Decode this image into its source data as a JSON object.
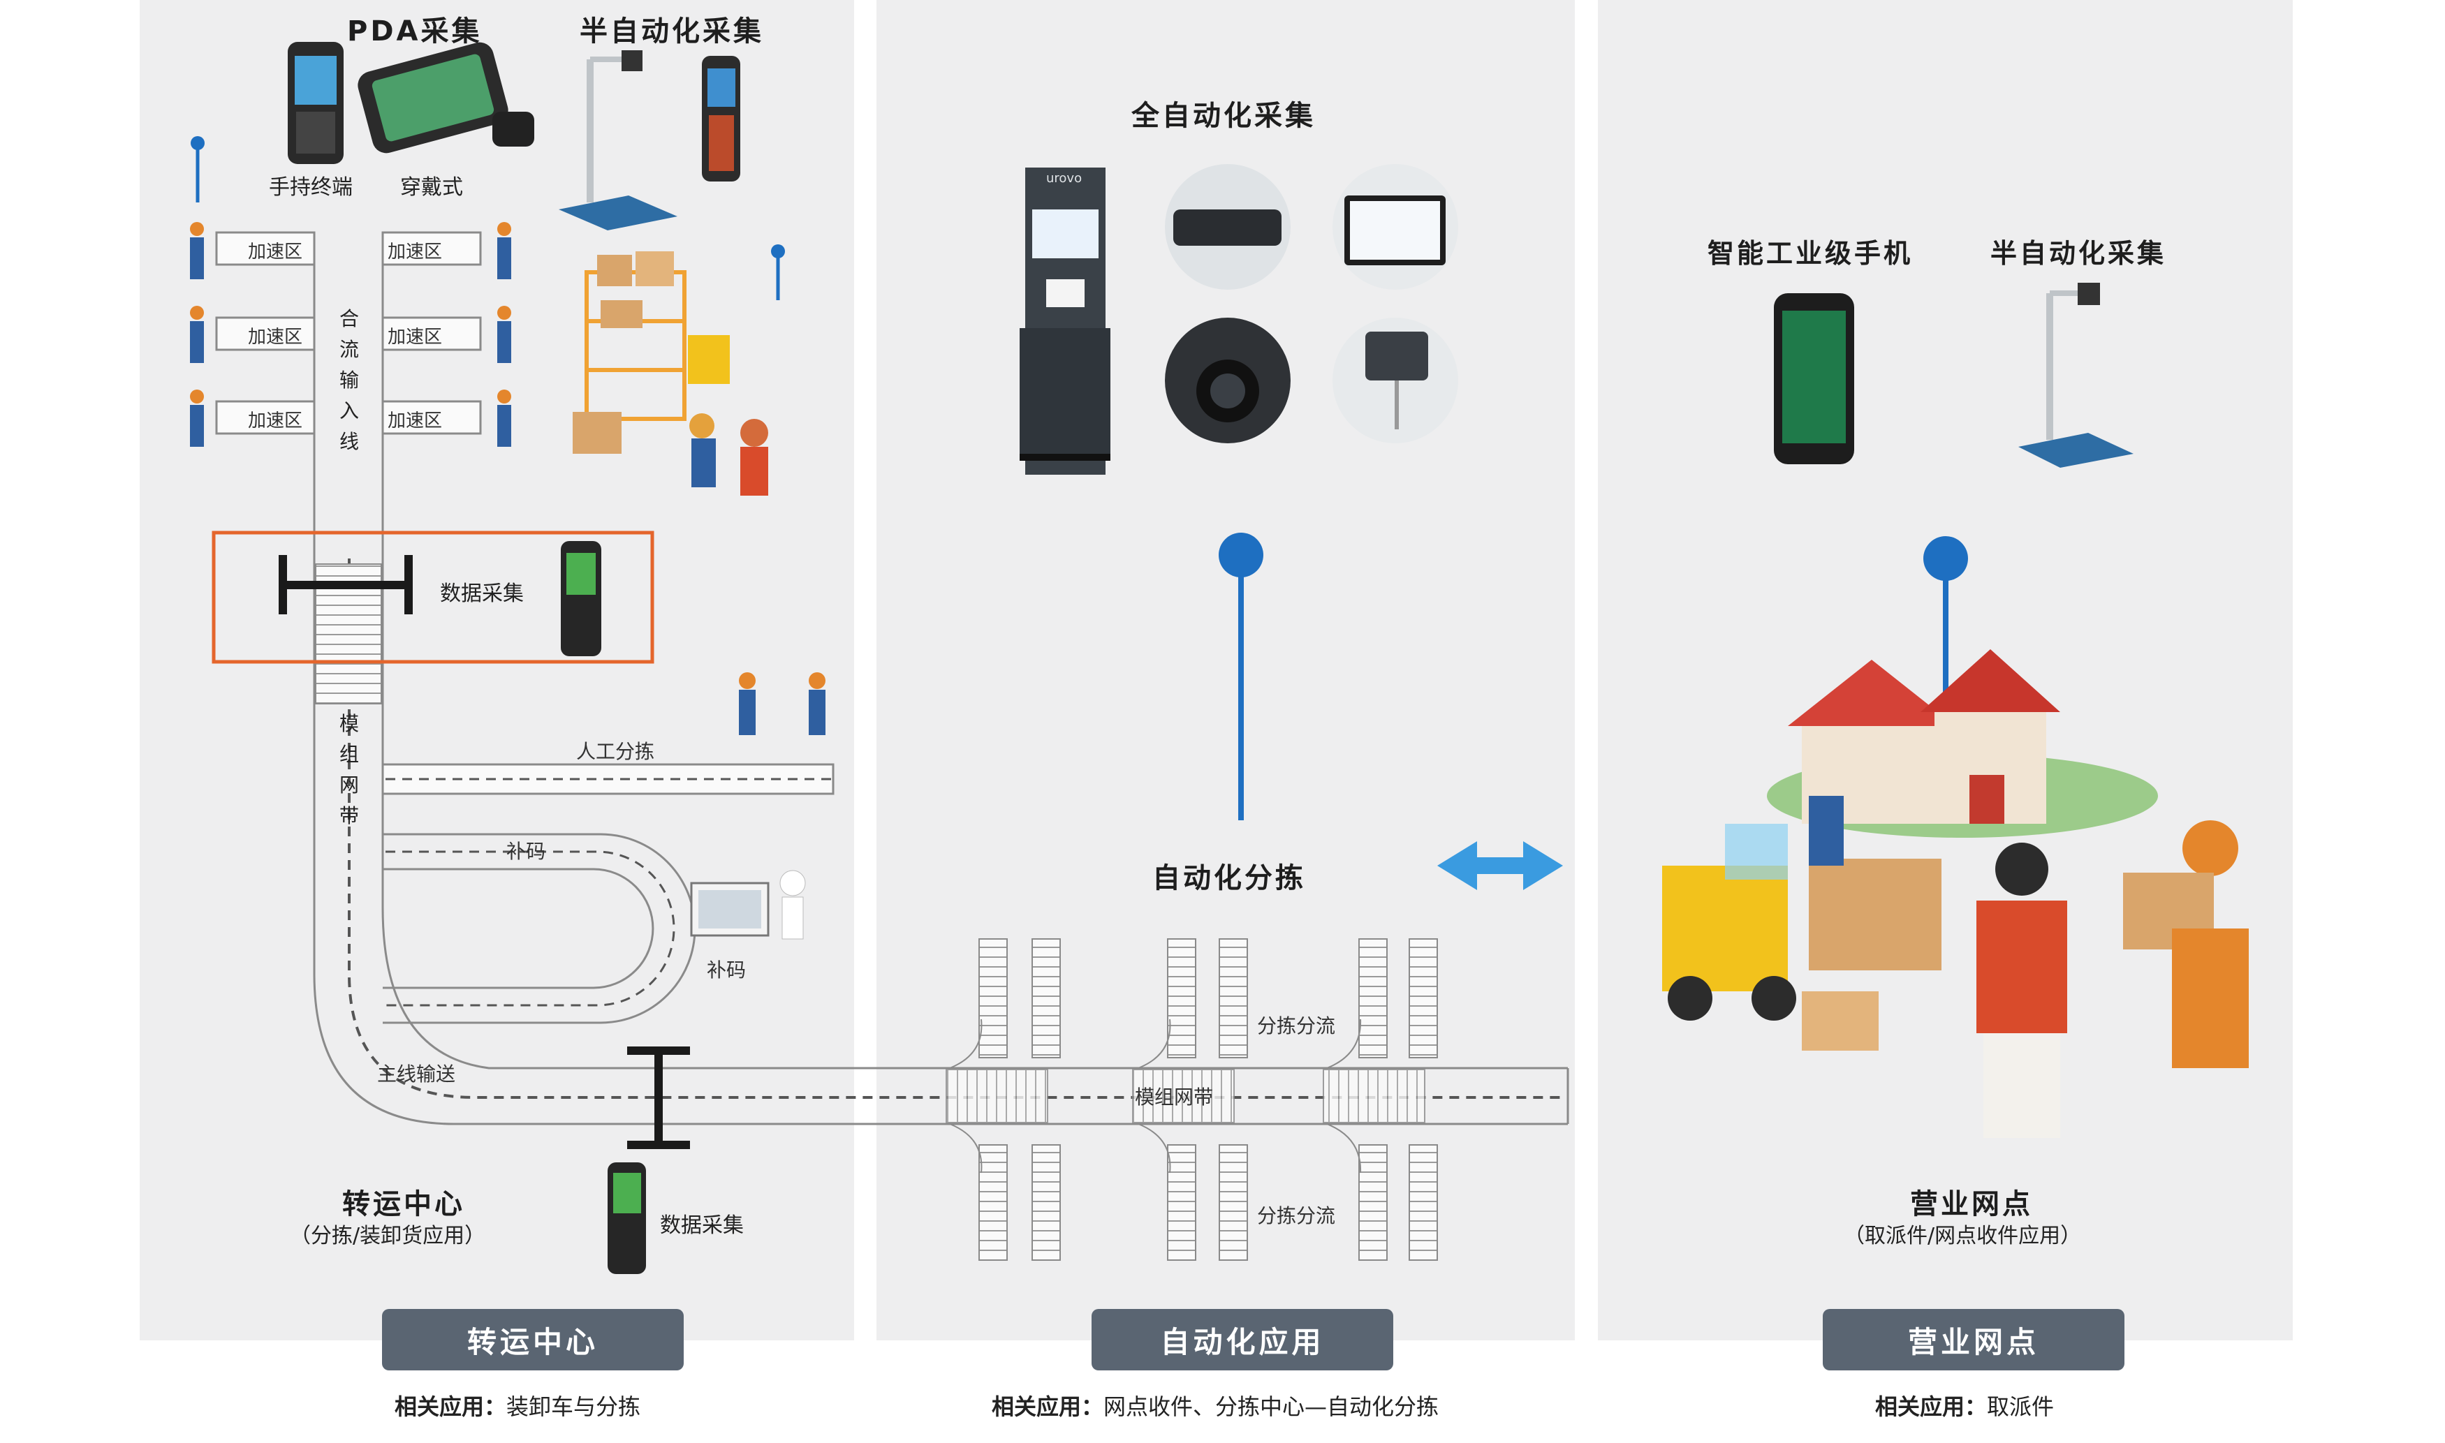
{
  "panels": {
    "transfer": {
      "pda_title": "PDA采集",
      "semi_auto_title": "半自动化采集",
      "handheld_label": "手持终端",
      "wearable_label": "穿戴式",
      "accel_zone": "加速区",
      "merge_line": [
        "合",
        "流",
        "输",
        "入",
        "线"
      ],
      "data_collect_label": "数据采集",
      "module_belt": [
        "模",
        "组",
        "网",
        "带"
      ],
      "manual_sort": "人工分拣",
      "recode_top": "补码",
      "recode_station": "补码",
      "main_line": "主线输送",
      "data_collect_bottom": "数据采集",
      "caption_title": "转运中心",
      "caption_sub": "（分拣/装卸货应用）"
    },
    "automation": {
      "full_auto_title": "全自动化采集",
      "auto_sort_title": "自动化分拣",
      "sort_divert_top": "分拣分流",
      "module_belt_inline": "模组网带",
      "sort_divert_bottom": "分拣分流",
      "device_brand": "urovo"
    },
    "outlet": {
      "phone_title": "智能工业级手机",
      "semi_auto_title": "半自动化采集",
      "caption_title": "营业网点",
      "caption_sub": "（取派件/网点收件应用）"
    }
  },
  "tags": [
    {
      "label": "转运中心",
      "app_prefix": "相关应用：",
      "app_text": "装卸车与分拣"
    },
    {
      "label": "自动化应用",
      "app_prefix": "相关应用：",
      "app_text": "网点收件、分拣中心—自动化分拣"
    },
    {
      "label": "营业网点",
      "app_prefix": "相关应用：",
      "app_text": "取派件"
    }
  ],
  "colors": {
    "panel_bg": "#eeeeef",
    "tag_bg": "#5a6572",
    "accent_blue": "#1e6fc1",
    "arrow_blue": "#3a9be0",
    "highlight_orange": "#e4652c"
  }
}
